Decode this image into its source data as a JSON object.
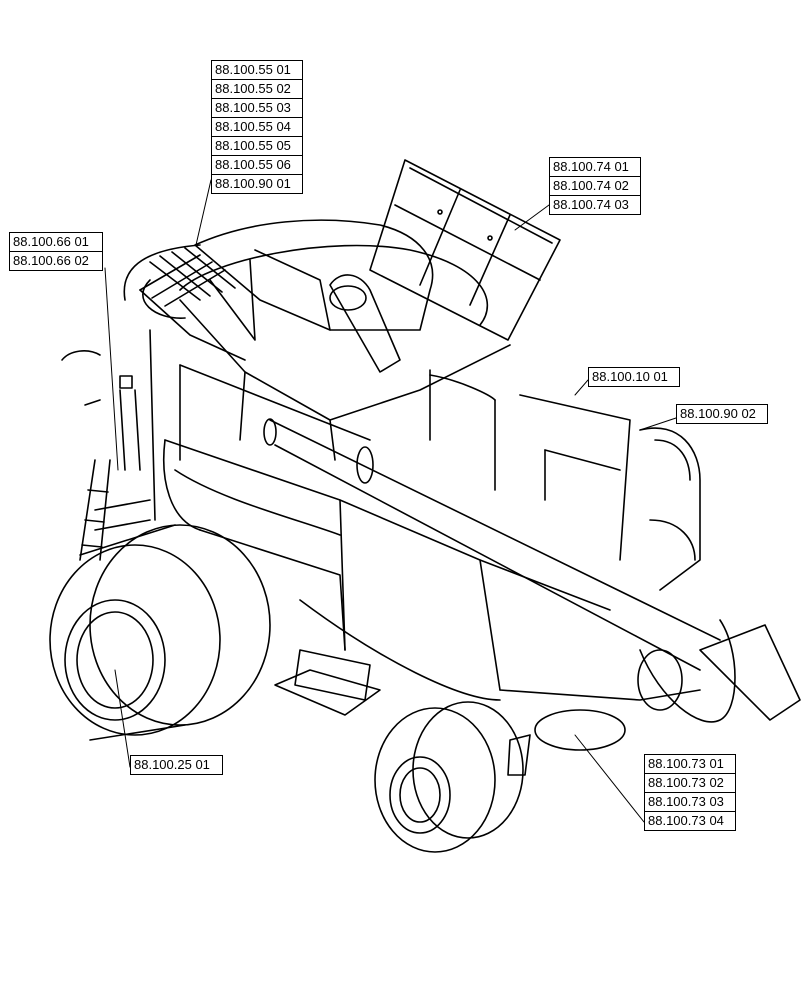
{
  "callouts": {
    "grain_tank": [
      "88.100.55 01",
      "88.100.55 02",
      "88.100.55 03",
      "88.100.55 04",
      "88.100.55 05",
      "88.100.55 06",
      "88.100.90 01"
    ],
    "tank_cover": [
      "88.100.74 01",
      "88.100.74 02",
      "88.100.74 03"
    ],
    "ladder": [
      "88.100.66 01",
      "88.100.66 02"
    ],
    "engine_deck": [
      "88.100.10 01"
    ],
    "rear_railing": [
      "88.100.90 02"
    ],
    "front_wheel": [
      "88.100.25 01"
    ],
    "spreader": [
      "88.100.73 01",
      "88.100.73 02",
      "88.100.73 03",
      "88.100.73 04"
    ]
  },
  "colors": {
    "line": "#000000",
    "background": "#ffffff"
  }
}
